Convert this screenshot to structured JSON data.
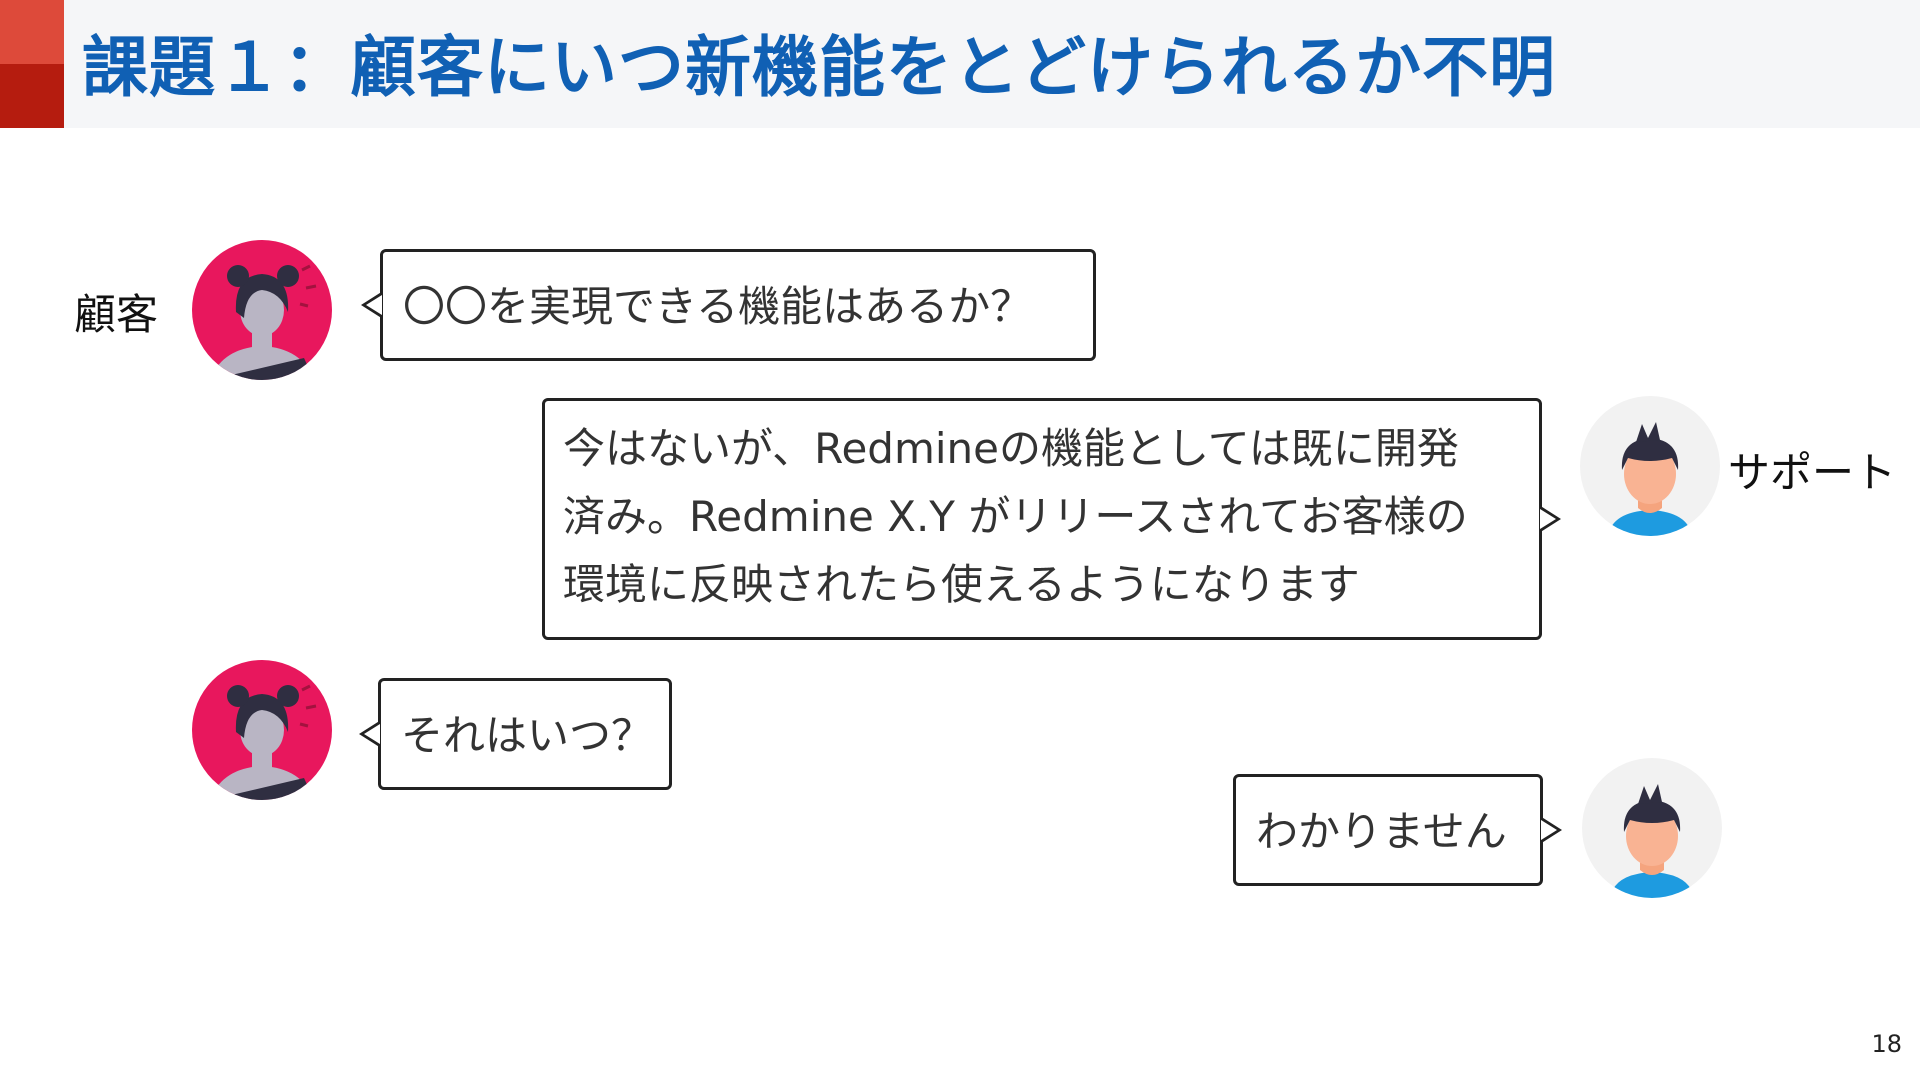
{
  "slide": {
    "title": "課題１：顧客にいつ新機能をとどけられるか不明",
    "page_number": "18"
  },
  "colors": {
    "title": "#1060b4",
    "accent_top": "#dd4a3a",
    "accent_bottom": "#b51c0f",
    "header_band": "#f5f6f8",
    "customer_avatar_bg": "#e8175d",
    "support_avatar_bg": "#f2f2f2",
    "support_shirt": "#1e9be0"
  },
  "speakers": {
    "customer": "顧客",
    "support": "サポート"
  },
  "icons": {
    "customer": "customer-avatar-icon",
    "support": "support-avatar-icon"
  },
  "messages": [
    {
      "from": "customer",
      "lines": [
        "〇〇を実現できる機能はあるか？"
      ]
    },
    {
      "from": "support",
      "lines": [
        "今はないが、Redmineの機能としては既に開発",
        "済み。Redmine X.Y がリリースされてお客様の",
        "環境に反映されたら使えるようになります"
      ]
    },
    {
      "from": "customer",
      "lines": [
        "それはいつ？"
      ]
    },
    {
      "from": "support",
      "lines": [
        "わかりません"
      ]
    }
  ]
}
